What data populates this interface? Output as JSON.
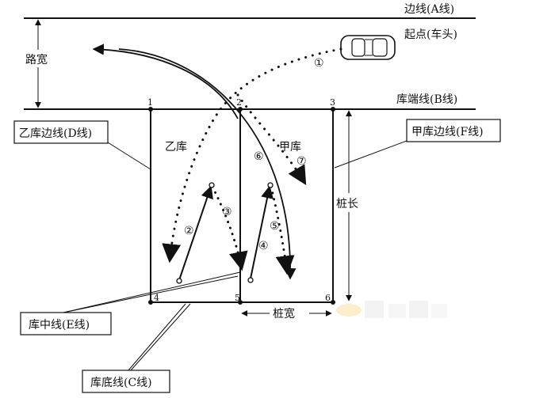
{
  "labels": {
    "line_a": "边线(A线)",
    "start": "起点(车头)",
    "road_width": "路宽",
    "line_b": "库端线(B线)",
    "line_d": "乙库边线(D线)",
    "line_f": "甲库边线(F线)",
    "yi_ku": "乙库",
    "jia_ku": "甲库",
    "pile_length": "桩长",
    "pile_width": "桩宽",
    "line_e": "库中线(E线)",
    "line_c": "库底线(C线)"
  },
  "steps": [
    "①",
    "②",
    "③",
    "④",
    "⑤",
    "⑥",
    "⑦"
  ],
  "points": [
    "1",
    "2",
    "3",
    "4",
    "5",
    "6"
  ]
}
